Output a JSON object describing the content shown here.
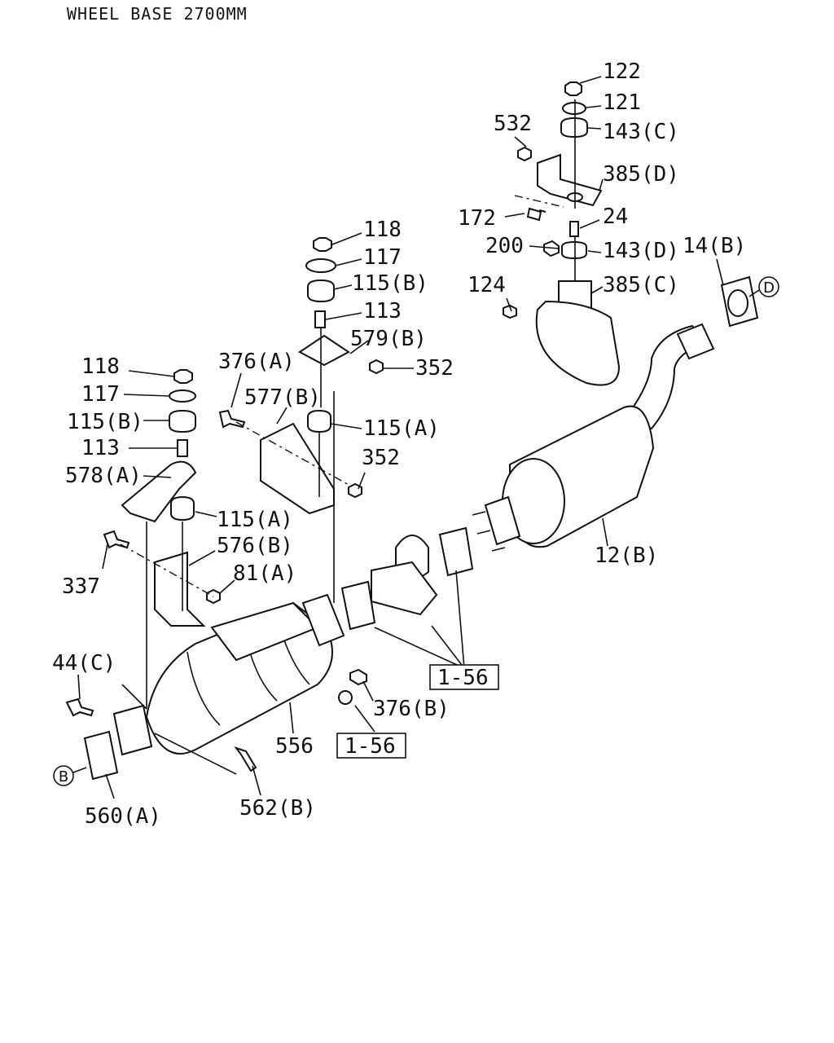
{
  "header": {
    "title": "WHEEL BASE 2700MM"
  },
  "labels": {
    "l122": "122",
    "l121": "121",
    "l143c": "143(C)",
    "l532": "532",
    "l385d": "385(D)",
    "l172": "172",
    "l24": "24",
    "l200": "200",
    "l143d": "143(D)",
    "l14b": "14(B)",
    "l124": "124",
    "l385c": "385(C)",
    "l118a": "118",
    "l117a": "117",
    "l115ba": "115(B)",
    "l113a": "113",
    "l579b": "579(B)",
    "l376a": "376(A)",
    "l352a": "352",
    "l577b": "577(B)",
    "l115aa": "115(A)",
    "l352b": "352",
    "l118b": "118",
    "l117b": "117",
    "l115bb": "115(B)",
    "l113b": "113",
    "l578a": "578(A)",
    "l115ab": "115(A)",
    "l576b": "576(B)",
    "l337": "337",
    "l81a": "81(A)",
    "l12b": "12(B)",
    "l44c": "44(C)",
    "l376b": "376(B)",
    "l556": "556",
    "l562b": "562(B)",
    "l560a": "560(A)"
  },
  "refs": {
    "r1": "1-56",
    "r2": "1-56"
  },
  "markers": {
    "d": "D",
    "b": "B"
  }
}
